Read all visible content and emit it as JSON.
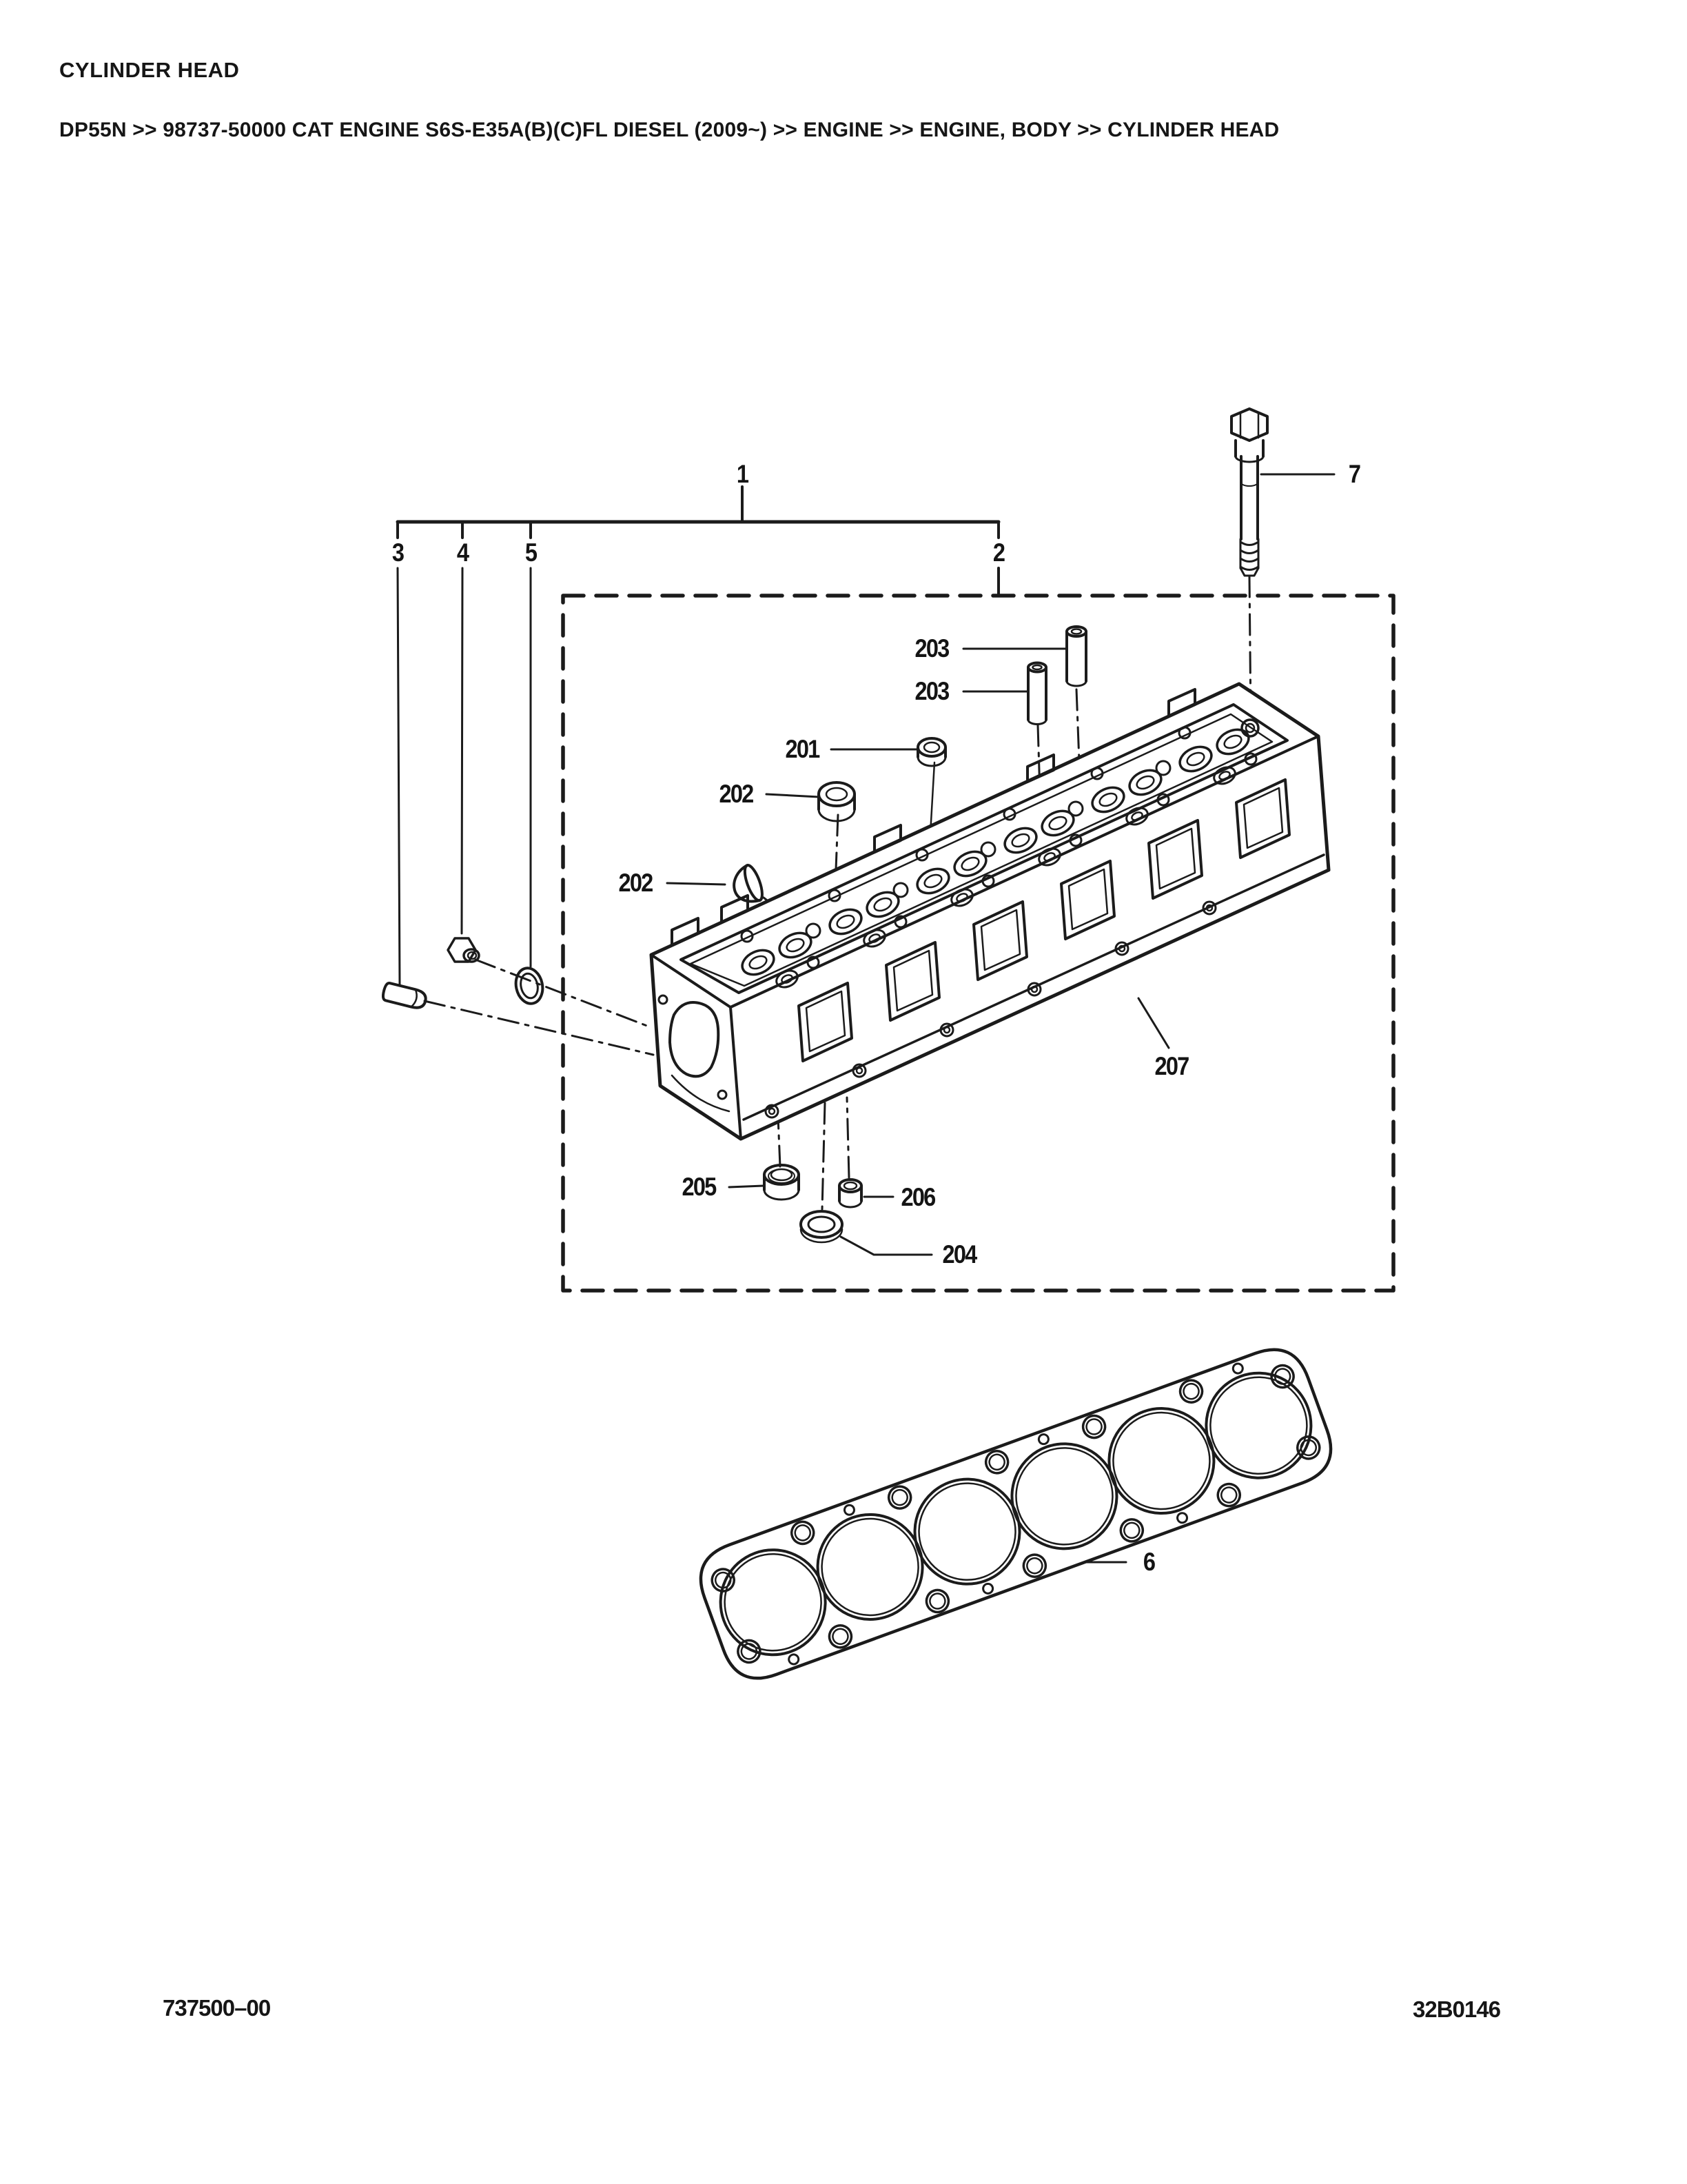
{
  "page": {
    "title": "CYLINDER HEAD",
    "breadcrumb": "DP55N >> 98737-50000 CAT ENGINE S6S-E35A(B)(C)FL DIESEL (2009~) >> ENGINE >> ENGINE, BODY >> CYLINDER HEAD",
    "footer_left": "737500–00",
    "footer_right": "32B0146"
  },
  "diagram": {
    "kind": "exploded-parts-view",
    "callouts": {
      "c1": "1",
      "c2": "2",
      "c3": "3",
      "c4": "4",
      "c5": "5",
      "c6": "6",
      "c7": "7",
      "c201": "201",
      "c202a": "202",
      "c202b": "202",
      "c203a": "203",
      "c203b": "203",
      "c204": "204",
      "c205": "205",
      "c206": "206",
      "c207": "207"
    }
  }
}
